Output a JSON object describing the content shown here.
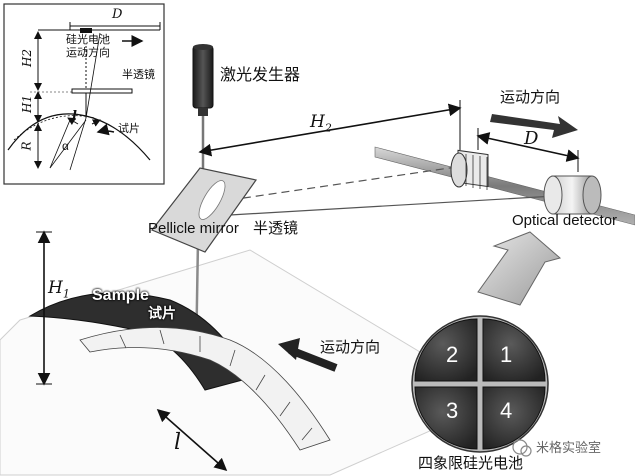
{
  "inset": {
    "D": "D",
    "H2": "H2",
    "H1": "H1",
    "R": "R",
    "l": "l",
    "alpha": "α",
    "cell_motion_line1": "硅光电池",
    "cell_motion_line2": "运动方向",
    "beamsplitter": "半透镜",
    "sample": "试片"
  },
  "main": {
    "laser": "激光发生器",
    "H2": "H",
    "H2_sub": "2",
    "motion_top": "运动方向",
    "D": "D",
    "optical_detector": "Optical detector",
    "pellicle_en": "Pellicle mirror",
    "pellicle_zh": "半透镜",
    "H1": "H",
    "H1_sub": "1",
    "sample_en": "Sample",
    "sample_zh": "试片",
    "motion_bottom": "运动方向",
    "l": "l",
    "quadrants": [
      "2",
      "1",
      "3",
      "4"
    ],
    "quad_caption": "四象限硅光电池",
    "watermark": "米格实验室"
  },
  "colors": {
    "dark_quadrant": "#3a3a3a",
    "sample_dark": "#2e2e2e",
    "arrow_dark": "#222222",
    "arrow_light": "#bdbdbd"
  }
}
